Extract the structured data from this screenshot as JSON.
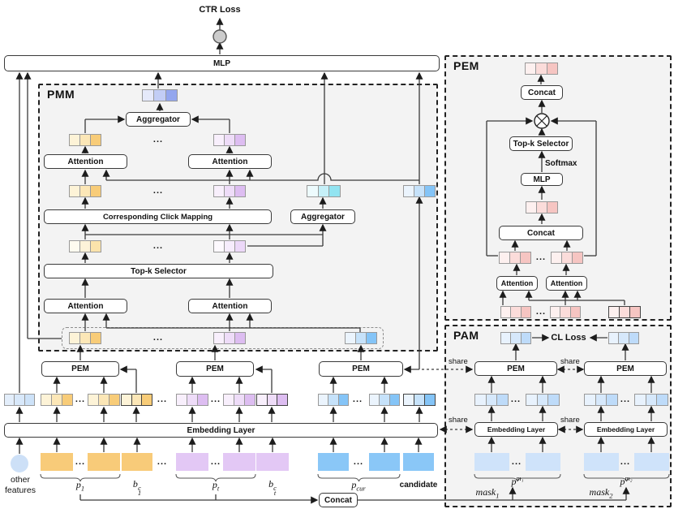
{
  "header": {
    "ctr_loss": "CTR Loss",
    "mlp": "MLP"
  },
  "pmm": {
    "title": "PMM",
    "aggregator": "Aggregator",
    "attention": "Attention",
    "click_mapping": "Corresponding Click Mapping",
    "aggregator_right": "Aggregator",
    "topk": "Top-k Selector"
  },
  "pem_row": {
    "label": "PEM"
  },
  "embedding": {
    "label": "Embedding Layer"
  },
  "inputs": {
    "other_features": "other\nfeatures",
    "candidate": "candidate",
    "concat": "Concat"
  },
  "math": {
    "p1": {
      "base": "p",
      "sub": "1"
    },
    "b1c": {
      "base": "b",
      "sub": "1",
      "sup": "c"
    },
    "pt": {
      "base": "p",
      "sub": "t"
    },
    "btc": {
      "base": "b",
      "sub": "t",
      "sup": "c"
    },
    "pcur": {
      "base": "p",
      "sub": "cur"
    },
    "pm1": {
      "base": "p",
      "sup": "m₁"
    },
    "pm2": {
      "base": "p",
      "sup": "m₂"
    },
    "mask1": {
      "base": "mask",
      "sub": "1"
    },
    "mask2": {
      "base": "mask",
      "sub": "2"
    }
  },
  "pem_panel": {
    "title": "PEM",
    "concat_top": "Concat",
    "multiply_icon": "multiply-circle",
    "topk": "Top-k Selector",
    "softmax": "Softmax",
    "mlp": "MLP",
    "concat_mid": "Concat",
    "attention": "Attention"
  },
  "pam_panel": {
    "title": "PAM",
    "cl_loss": "CL Loss",
    "pem": "PEM",
    "embedding": "Embedding Layer",
    "share": "share"
  },
  "ellipsis": "...",
  "colors": {
    "line": "#3a3a3a",
    "panel_bg": "#f3f3f3",
    "loss_node": "#cccccc",
    "other_circle": "#cde0f7",
    "palettes": {
      "orange": [
        "#fdf3d7",
        "#fce7b7",
        "#f8cc78"
      ],
      "lorange": [
        "#fefbf0",
        "#fdf3d9",
        "#fbe3ab"
      ],
      "purple": [
        "#f8effc",
        "#eedcf8",
        "#ddbdf1"
      ],
      "lpurple": [
        "#fdf9fe",
        "#f6ecfc",
        "#ecd8f8"
      ],
      "blue": [
        "#ebf4fd",
        "#c6e2fa",
        "#84c4f7"
      ],
      "cyan": [
        "#edfbfd",
        "#c6f0f8",
        "#92e4f1"
      ],
      "peri": [
        "#e5e9fa",
        "#c2cdf5",
        "#93a6ee"
      ],
      "pink": [
        "#fdf0ef",
        "#fbdcda",
        "#f6c5c2"
      ],
      "pale": [
        "#e3eefb",
        "#d8e8fa",
        "#cde2f8"
      ],
      "pam": [
        "#e8f2fd",
        "#d6e8fb",
        "#bedbf9"
      ]
    },
    "flat_rects": {
      "orange": "#f8cb79",
      "purple": "#e3c8f5",
      "blue": "#8ac7f7",
      "pam": "#cfe3fa"
    }
  }
}
